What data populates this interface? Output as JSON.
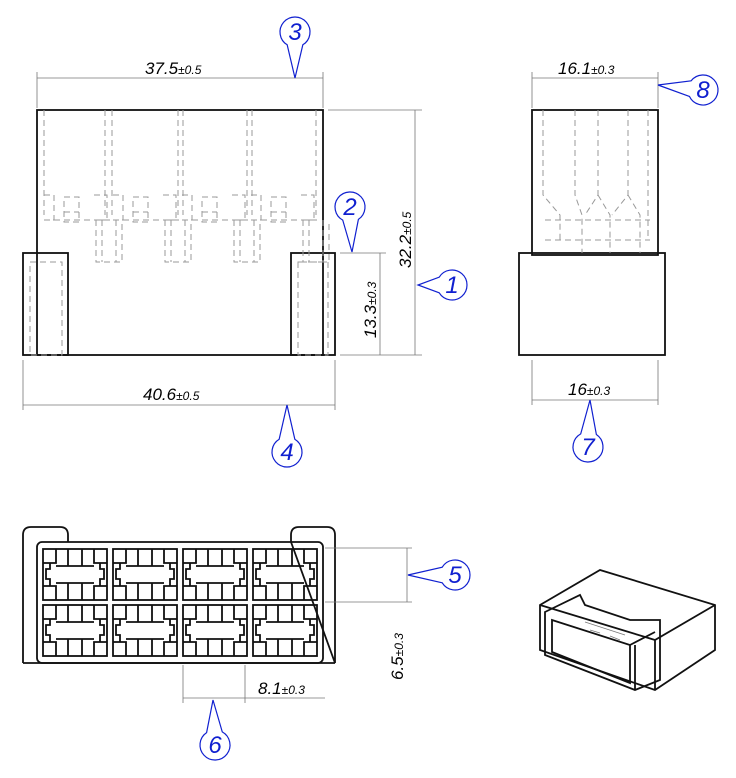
{
  "colors": {
    "balloon": "#1020d0",
    "outline": "#111111",
    "hidden": "#999999"
  },
  "dimensions": {
    "width_top": {
      "value": "37.5",
      "tol": "±0.5"
    },
    "width_bottom": {
      "value": "40.6",
      "tol": "±0.5"
    },
    "height_total": {
      "value": "32.2",
      "tol": "±0.5"
    },
    "height_lower": {
      "value": "13.3",
      "tol": "±0.3"
    },
    "side_top": {
      "value": "16.1",
      "tol": "±0.3"
    },
    "side_bottom": {
      "value": "16",
      "tol": "±0.3"
    },
    "cell_height": {
      "value": "6.5",
      "tol": "±0.3"
    },
    "cell_pitch": {
      "value": "8.1",
      "tol": "±0.3"
    }
  },
  "balloons": [
    "1",
    "2",
    "3",
    "4",
    "5",
    "6",
    "7",
    "8"
  ]
}
